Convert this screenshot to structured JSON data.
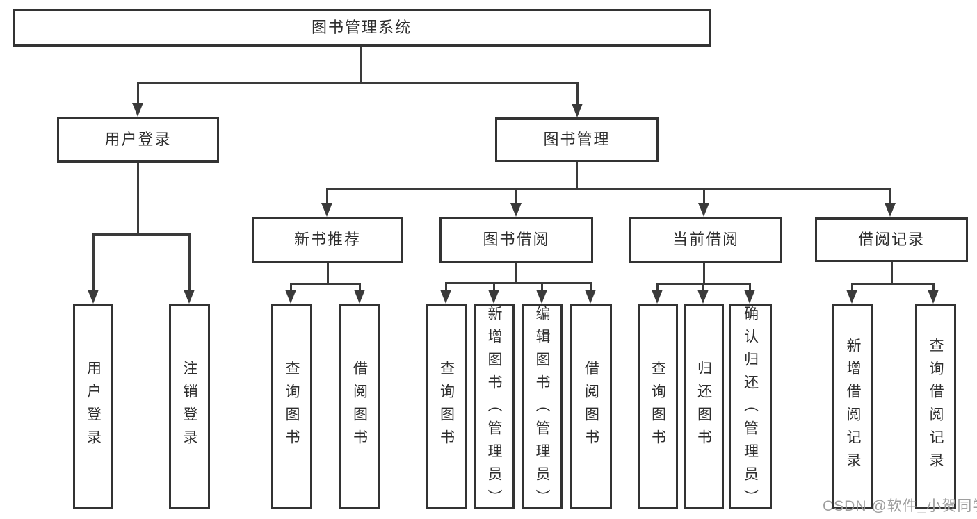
{
  "tree": {
    "root": {
      "label": "图书管理系统"
    },
    "branches": [
      {
        "label": "用户登录",
        "children": [
          {
            "label": "用户登录"
          },
          {
            "label": "注销登录"
          }
        ]
      },
      {
        "label": "图书管理",
        "children": [
          {
            "label": "新书推荐",
            "children": [
              {
                "label": "查询图书"
              },
              {
                "label": "借阅图书"
              }
            ]
          },
          {
            "label": "图书借阅",
            "children": [
              {
                "label": "查询图书"
              },
              {
                "label": "新增图书（管理员）"
              },
              {
                "label": "编辑图书（管理员）"
              },
              {
                "label": "借阅图书"
              }
            ]
          },
          {
            "label": "当前借阅",
            "children": [
              {
                "label": "查询图书"
              },
              {
                "label": "归还图书"
              },
              {
                "label": "确认归还（管理员）"
              }
            ]
          },
          {
            "label": "借阅记录",
            "children": [
              {
                "label": "新增借阅记录"
              },
              {
                "label": "查询借阅记录"
              }
            ]
          }
        ]
      }
    ]
  },
  "watermark": {
    "text": "CSDN @软件_小贺同学"
  },
  "colors": {
    "line": "#3a3a3a",
    "border": "#333333",
    "text": "#2e2e2e",
    "background": "#ffffff",
    "watermark": "#9e9e9e"
  }
}
